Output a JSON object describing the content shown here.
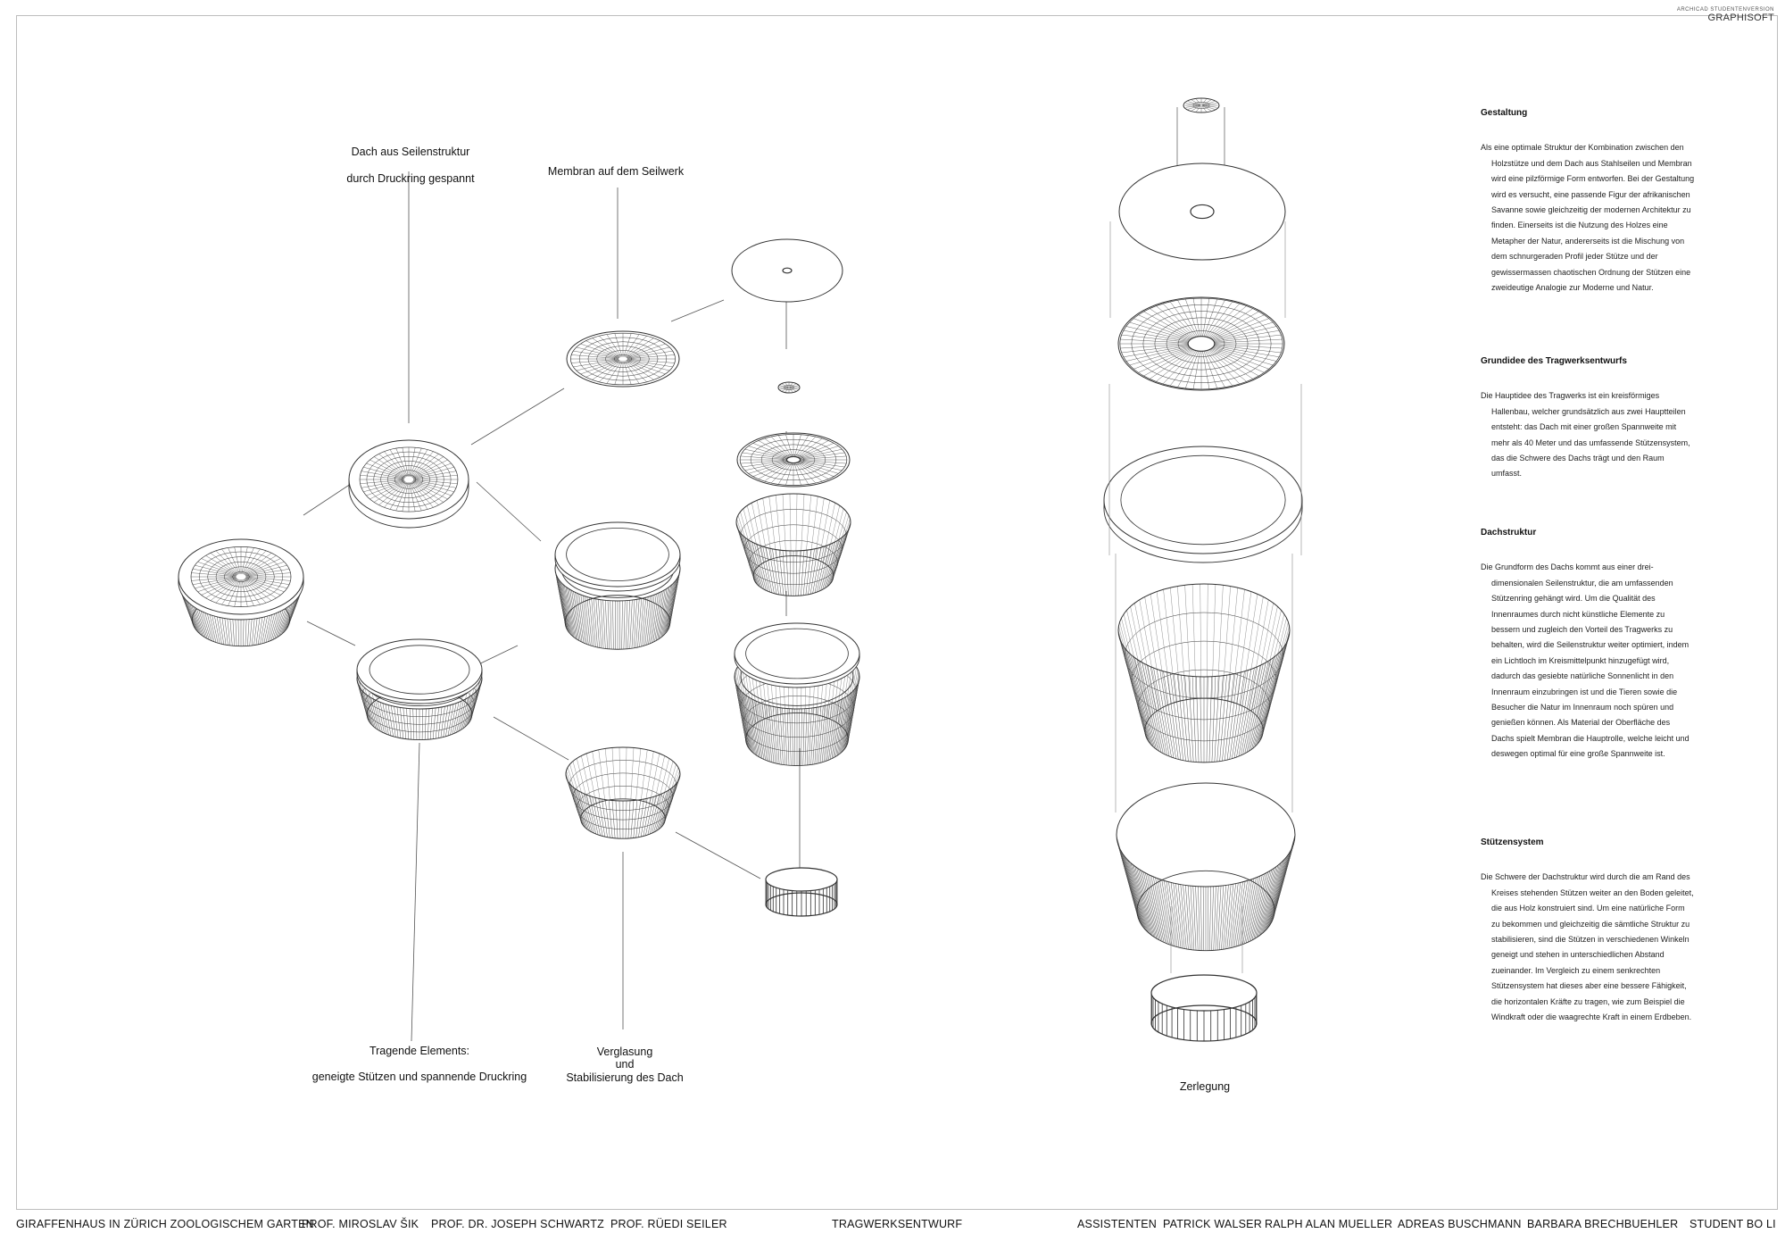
{
  "stamp": {
    "line1": "ARCHICAD STUDENTENVERSION",
    "line2": "GRAPHISOFT"
  },
  "labels": {
    "roof_line1": "Dach aus Seilenstruktur",
    "roof_line2": "durch Druckring gespannt",
    "membrane": "Membran auf dem Seilwerk",
    "elements_line1": "Tragende Elements:",
    "elements_line2": "geneigte Stützen und spannende Druckring",
    "glazing_line1": "Verglasung",
    "glazing_line2": "und",
    "glazing_line3": "Stabilisierung des Dach",
    "exploded": "Zerlegung"
  },
  "sections": [
    {
      "title": "Gestaltung",
      "text": "Als eine optimale Struktur der Kombination zwischen den Holzstütze und dem Dach aus Stahlseilen und Membran wird eine pilzförmige Form entworfen. Bei der Gestaltung wird es versucht, eine passende Figur der afrikanischen Savanne sowie gleichzeitig der modernen Architektur zu finden. Einerseits ist die Nutzung des Holzes eine Metapher der Natur, andererseits ist die Mischung von dem schnurgeraden Profil jeder Stütze und der gewissermassen chaotischen Ordnung der Stützen eine zweideutige Analogie zur Moderne und Natur."
    },
    {
      "title": "Grundidee des Tragwerksentwurfs",
      "text": "Die Hauptidee des Tragwerks ist ein kreisförmiges Hallenbau, welcher grundsätzlich aus zwei Hauptteilen entsteht: das Dach mit einer großen Spannweite mit mehr als 40 Meter und das umfassende Stützensystem, das die Schwere des Dachs trägt und den Raum umfasst."
    },
    {
      "title": "Dachstruktur",
      "text": "Die Grundform des Dachs kommt aus einer drei-dimensionalen Seilenstruktur, die am umfassenden Stützenring gehängt wird. Um die Qualität des Innenraumes durch nicht künstliche Elemente zu bessern und zugleich den Vorteil des Tragwerks zu behalten, wird die Seilenstruktur weiter optimiert, indem ein Lichtloch im Kreismittelpunkt hinzugefügt wird, dadurch das gesiebte natürliche Sonnenlicht in den Innenraum einzubringen ist und die Tieren sowie die Besucher die Natur im Innenraum noch spüren und genießen können. Als Material der Oberfläche des Dachs spielt Membran die Hauptrolle, welche leicht und deswegen optimal für eine große Spannweite ist."
    },
    {
      "title": "Stützensystem",
      "text": "Die Schwere der Dachstruktur wird durch die am Rand des Kreises stehenden Stützen weiter an den Boden geleitet, die aus Holz konstruiert sind. Um eine natürliche Form zu bekommen und gleichzeitig die sämtliche Struktur zu stabilisieren, sind die Stützen in verschiedenen Winkeln geneigt und stehen in unterschiedlichen Abstand zueinander. Im Vergleich zu einem senkrechten Stützensystem hat dieses aber eine bessere Fähigkeit, die horizontalen Kräfte zu tragen, wie zum Beispiel die Windkraft oder die waagrechte Kraft in einem Erdbeben."
    }
  ],
  "footer": {
    "project": "GIRAFFENHAUS IN ZÜRICH ZOOLOGISCHEM GARTEN",
    "prof1": "PROF. MIROSLAV ŠIK",
    "prof2": "PROF. DR. JOSEPH SCHWARTZ",
    "prof3": "PROF. RÜEDI SEILER",
    "course": "TRAGWERKSENTWURF",
    "assist": "ASSISTENTEN",
    "a1": "PATRICK WALSER",
    "a2": "RALPH ALAN MUELLER",
    "a3": "ADREAS BUSCHMANN",
    "a4": "BARBARA BRECHBUEHLER",
    "student": "STUDENT BO LI"
  }
}
